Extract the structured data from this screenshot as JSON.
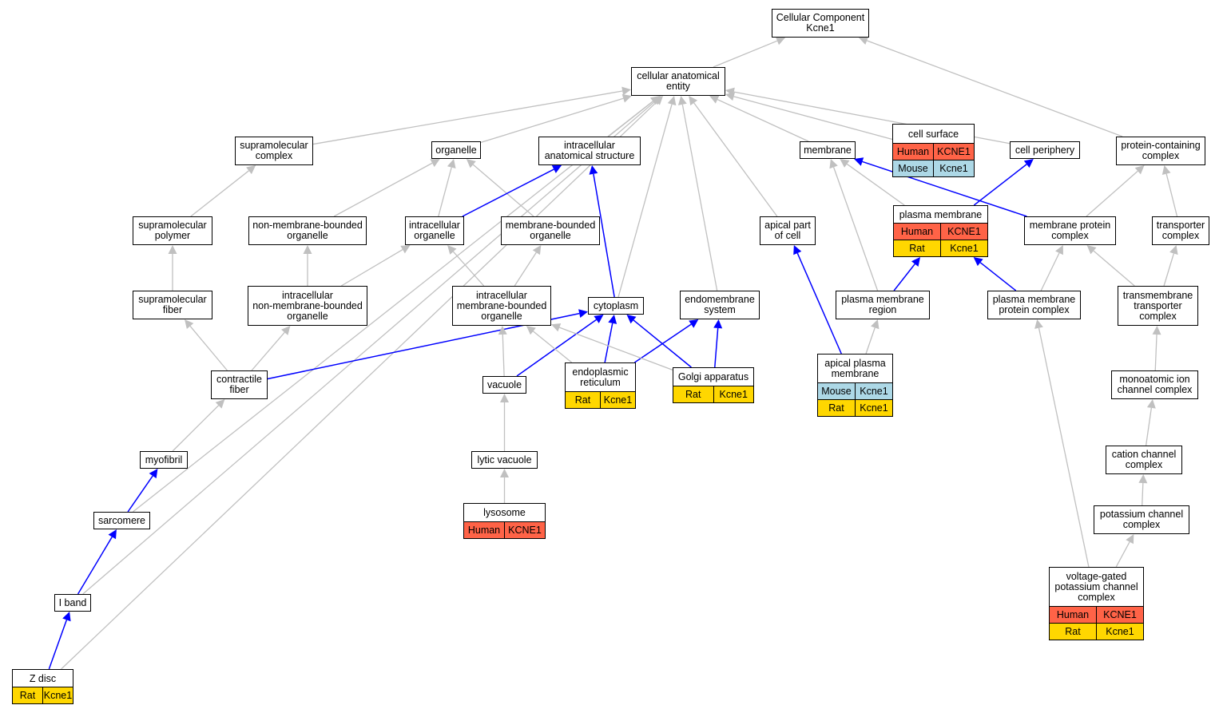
{
  "colors": {
    "is_a_edge": "#c0c0c0",
    "part_of_edge": "#0000ff",
    "Human": "#ff6347",
    "Mouse": "#add8e6",
    "Rat": "#ffd700"
  },
  "nodes": [
    {
      "id": "root",
      "label": "Cellular Component\nKcne1"
    },
    {
      "id": "cae",
      "label": "cellular anatomical\nentity"
    },
    {
      "id": "supcomplex",
      "label": "supramolecular\ncomplex"
    },
    {
      "id": "organelle",
      "label": "organelle"
    },
    {
      "id": "ias",
      "label": "intracellular\nanatomical structure"
    },
    {
      "id": "membrane",
      "label": "membrane"
    },
    {
      "id": "cellsurface",
      "label": "cell surface",
      "annotations": [
        {
          "species": "Human",
          "gene": "KCNE1"
        },
        {
          "species": "Mouse",
          "gene": "Kcne1"
        }
      ]
    },
    {
      "id": "cellperiphery",
      "label": "cell periphery"
    },
    {
      "id": "pcc",
      "label": "protein-containing\ncomplex"
    },
    {
      "id": "suppolymer",
      "label": "supramolecular\npolymer"
    },
    {
      "id": "nmbo",
      "label": "non-membrane-bounded\norganelle"
    },
    {
      "id": "io",
      "label": "intracellular\norganelle"
    },
    {
      "id": "mbo",
      "label": "membrane-bounded\norganelle"
    },
    {
      "id": "apicalpart",
      "label": "apical part\nof cell"
    },
    {
      "id": "pm",
      "label": "plasma membrane",
      "annotations": [
        {
          "species": "Human",
          "gene": "KCNE1"
        },
        {
          "species": "Rat",
          "gene": "Kcne1"
        }
      ]
    },
    {
      "id": "mpc",
      "label": "membrane protein\ncomplex"
    },
    {
      "id": "transporter",
      "label": "transporter\ncomplex"
    },
    {
      "id": "supfiber",
      "label": "supramolecular\nfiber"
    },
    {
      "id": "inmbo",
      "label": "intracellular\nnon-membrane-bounded\norganelle"
    },
    {
      "id": "imbo",
      "label": "intracellular\nmembrane-bounded\norganelle"
    },
    {
      "id": "cytoplasm",
      "label": "cytoplasm"
    },
    {
      "id": "endomembrane",
      "label": "endomembrane\nsystem"
    },
    {
      "id": "pmregion",
      "label": "plasma membrane\nregion"
    },
    {
      "id": "pmpc",
      "label": "plasma membrane\nprotein complex"
    },
    {
      "id": "tmtc",
      "label": "transmembrane\ntransporter\ncomplex"
    },
    {
      "id": "contractile",
      "label": "contractile\nfiber"
    },
    {
      "id": "vacuole",
      "label": "vacuole"
    },
    {
      "id": "er",
      "label": "endoplasmic\nreticulum",
      "annotations": [
        {
          "species": "Rat",
          "gene": "Kcne1"
        }
      ]
    },
    {
      "id": "golgi",
      "label": "Golgi apparatus",
      "annotations": [
        {
          "species": "Rat",
          "gene": "Kcne1"
        }
      ]
    },
    {
      "id": "apm",
      "label": "apical plasma\nmembrane",
      "annotations": [
        {
          "species": "Mouse",
          "gene": "Kcne1"
        },
        {
          "species": "Rat",
          "gene": "Kcne1"
        }
      ]
    },
    {
      "id": "micc",
      "label": "monoatomic ion\nchannel complex"
    },
    {
      "id": "myofibril",
      "label": "myofibril"
    },
    {
      "id": "lytic",
      "label": "lytic vacuole"
    },
    {
      "id": "ccc",
      "label": "cation channel\ncomplex"
    },
    {
      "id": "lysosome",
      "label": "lysosome",
      "annotations": [
        {
          "species": "Human",
          "gene": "KCNE1"
        }
      ]
    },
    {
      "id": "sarcomere",
      "label": "sarcomere"
    },
    {
      "id": "pcc2",
      "label": "potassium channel\ncomplex"
    },
    {
      "id": "vgpcc",
      "label": "voltage-gated\npotassium channel\ncomplex",
      "annotations": [
        {
          "species": "Human",
          "gene": "KCNE1"
        },
        {
          "species": "Rat",
          "gene": "Kcne1"
        }
      ]
    },
    {
      "id": "iband",
      "label": "I band"
    },
    {
      "id": "zdisc",
      "label": "Z disc",
      "annotations": [
        {
          "species": "Rat",
          "gene": "Kcne1"
        }
      ]
    }
  ],
  "edges": [
    {
      "from": "cae",
      "to": "root",
      "type": "is_a"
    },
    {
      "from": "pcc",
      "to": "root",
      "type": "is_a"
    },
    {
      "from": "supcomplex",
      "to": "cae",
      "type": "is_a"
    },
    {
      "from": "organelle",
      "to": "cae",
      "type": "is_a"
    },
    {
      "from": "ias",
      "to": "cae",
      "type": "is_a"
    },
    {
      "from": "membrane",
      "to": "cae",
      "type": "is_a"
    },
    {
      "from": "cellsurface",
      "to": "cae",
      "type": "is_a"
    },
    {
      "from": "cellperiphery",
      "to": "cae",
      "type": "is_a"
    },
    {
      "from": "apicalpart",
      "to": "cae",
      "type": "is_a"
    },
    {
      "from": "cytoplasm",
      "to": "cae",
      "type": "is_a"
    },
    {
      "from": "endomembrane",
      "to": "cae",
      "type": "is_a"
    },
    {
      "from": "sarcomere",
      "to": "cae",
      "type": "is_a"
    },
    {
      "from": "iband",
      "to": "cae",
      "type": "is_a"
    },
    {
      "from": "zdisc",
      "to": "cae",
      "type": "is_a"
    },
    {
      "from": "suppolymer",
      "to": "supcomplex",
      "type": "is_a"
    },
    {
      "from": "nmbo",
      "to": "organelle",
      "type": "is_a"
    },
    {
      "from": "io",
      "to": "organelle",
      "type": "is_a"
    },
    {
      "from": "mbo",
      "to": "organelle",
      "type": "is_a"
    },
    {
      "from": "io",
      "to": "ias",
      "type": "part_of"
    },
    {
      "from": "cytoplasm",
      "to": "ias",
      "type": "part_of"
    },
    {
      "from": "pm",
      "to": "membrane",
      "type": "is_a"
    },
    {
      "from": "pmregion",
      "to": "membrane",
      "type": "is_a"
    },
    {
      "from": "mpc",
      "to": "membrane",
      "type": "part_of"
    },
    {
      "from": "pm",
      "to": "cellperiphery",
      "type": "part_of"
    },
    {
      "from": "mpc",
      "to": "pcc",
      "type": "is_a"
    },
    {
      "from": "transporter",
      "to": "pcc",
      "type": "is_a"
    },
    {
      "from": "supfiber",
      "to": "suppolymer",
      "type": "is_a"
    },
    {
      "from": "inmbo",
      "to": "nmbo",
      "type": "is_a"
    },
    {
      "from": "inmbo",
      "to": "io",
      "type": "is_a"
    },
    {
      "from": "imbo",
      "to": "io",
      "type": "is_a"
    },
    {
      "from": "imbo",
      "to": "mbo",
      "type": "is_a"
    },
    {
      "from": "apm",
      "to": "apicalpart",
      "type": "part_of"
    },
    {
      "from": "pmregion",
      "to": "pm",
      "type": "part_of"
    },
    {
      "from": "pmpc",
      "to": "pm",
      "type": "part_of"
    },
    {
      "from": "pmpc",
      "to": "mpc",
      "type": "is_a"
    },
    {
      "from": "tmtc",
      "to": "mpc",
      "type": "is_a"
    },
    {
      "from": "tmtc",
      "to": "transporter",
      "type": "is_a"
    },
    {
      "from": "contractile",
      "to": "supfiber",
      "type": "is_a"
    },
    {
      "from": "contractile",
      "to": "inmbo",
      "type": "is_a"
    },
    {
      "from": "contractile",
      "to": "cytoplasm",
      "type": "part_of"
    },
    {
      "from": "vacuole",
      "to": "imbo",
      "type": "is_a"
    },
    {
      "from": "vacuole",
      "to": "cytoplasm",
      "type": "part_of"
    },
    {
      "from": "er",
      "to": "imbo",
      "type": "is_a"
    },
    {
      "from": "er",
      "to": "cytoplasm",
      "type": "part_of"
    },
    {
      "from": "er",
      "to": "endomembrane",
      "type": "part_of"
    },
    {
      "from": "golgi",
      "to": "imbo",
      "type": "is_a"
    },
    {
      "from": "golgi",
      "to": "cytoplasm",
      "type": "part_of"
    },
    {
      "from": "golgi",
      "to": "endomembrane",
      "type": "part_of"
    },
    {
      "from": "apm",
      "to": "pmregion",
      "type": "is_a"
    },
    {
      "from": "vgpcc",
      "to": "pmpc",
      "type": "is_a"
    },
    {
      "from": "micc",
      "to": "tmtc",
      "type": "is_a"
    },
    {
      "from": "myofibril",
      "to": "contractile",
      "type": "is_a"
    },
    {
      "from": "lytic",
      "to": "vacuole",
      "type": "is_a"
    },
    {
      "from": "ccc",
      "to": "micc",
      "type": "is_a"
    },
    {
      "from": "lysosome",
      "to": "lytic",
      "type": "is_a"
    },
    {
      "from": "sarcomere",
      "to": "myofibril",
      "type": "part_of"
    },
    {
      "from": "pcc2",
      "to": "ccc",
      "type": "is_a"
    },
    {
      "from": "vgpcc",
      "to": "pcc2",
      "type": "is_a"
    },
    {
      "from": "iband",
      "to": "sarcomere",
      "type": "part_of"
    },
    {
      "from": "zdisc",
      "to": "iband",
      "type": "part_of"
    }
  ]
}
